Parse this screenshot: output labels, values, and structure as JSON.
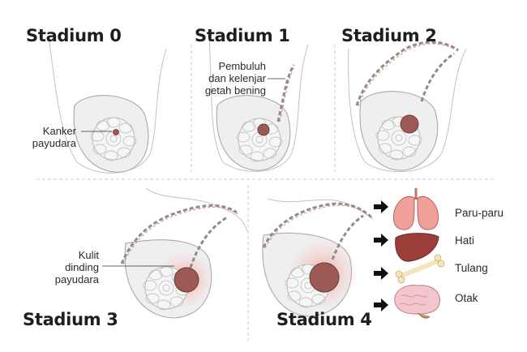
{
  "stages": [
    {
      "title": "Stadium 0"
    },
    {
      "title": "Stadium 1"
    },
    {
      "title": "Stadium 2"
    },
    {
      "title": "Stadium 3"
    },
    {
      "title": "Stadium 4"
    }
  ],
  "annotations": {
    "tumor": [
      "Kanker",
      "payudara"
    ],
    "lymph": [
      "Pembuluh",
      "dan kelenjar",
      "getah bening"
    ],
    "skin": [
      "Kulit",
      "dinding",
      "payudara"
    ]
  },
  "organs": [
    {
      "label": "Paru-paru",
      "icon": "lungs-icon"
    },
    {
      "label": "Hati",
      "icon": "liver-icon"
    },
    {
      "label": "Tulang",
      "icon": "bone-icon"
    },
    {
      "label": "Otak",
      "icon": "brain-icon"
    }
  ],
  "colors": {
    "tumor": "#9c5a55",
    "tumor_dark": "#6e3a36",
    "glow": "#f3a6a0",
    "lymph_vessel": "#e0876d",
    "lymph_node": "#8c8c8c",
    "outline": "#a9a9a9",
    "fill": "#efefef",
    "divider": "#c8c8c8"
  }
}
